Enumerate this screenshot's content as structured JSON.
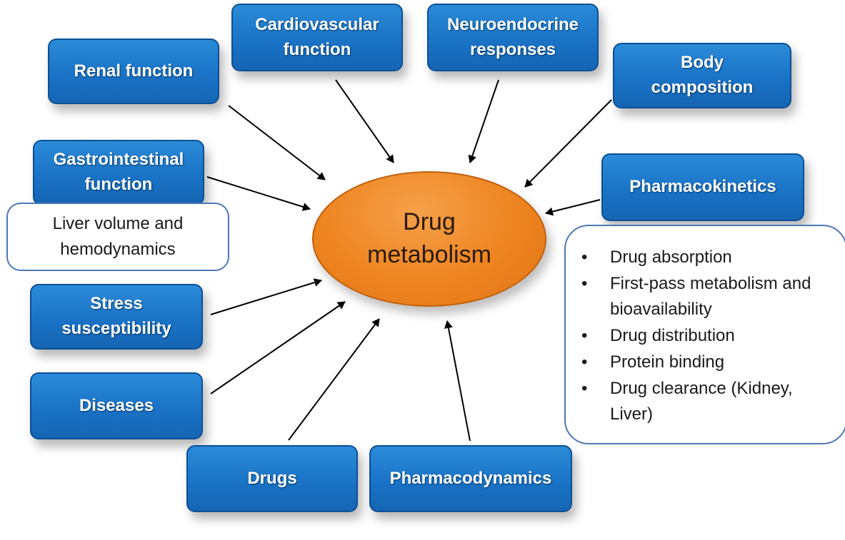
{
  "center": {
    "label": "Drug\nmetabolism",
    "color": "#ee8420"
  },
  "factors": [
    {
      "id": "renal",
      "label": "Renal function"
    },
    {
      "id": "cardio",
      "label": "Cardiovascular\nfunction"
    },
    {
      "id": "neuro",
      "label": "Neuroendocrine\nresponses"
    },
    {
      "id": "body",
      "label": "Body\ncomposition"
    },
    {
      "id": "gi",
      "label": "Gastrointestinal\nfunction"
    },
    {
      "id": "pk",
      "label": "Pharmacokinetics"
    },
    {
      "id": "stress",
      "label": "Stress\nsusceptibility"
    },
    {
      "id": "diseases",
      "label": "Diseases"
    },
    {
      "id": "drugs",
      "label": "Drugs"
    },
    {
      "id": "pd",
      "label": "Pharmacodynamics"
    }
  ],
  "liver": {
    "label": "Liver volume and\nhemodynamics"
  },
  "pk_details": {
    "bullet": "•",
    "items": [
      "Drug absorption",
      "First-pass metabolism and bioavailability",
      "Drug distribution",
      "Protein binding",
      "Drug clearance (Kidney, Liver)"
    ]
  },
  "colors": {
    "box_fill": "#1a73c6",
    "box_border": "#0d4f94",
    "outline": "#4d78b5",
    "arrow": "#000000"
  }
}
